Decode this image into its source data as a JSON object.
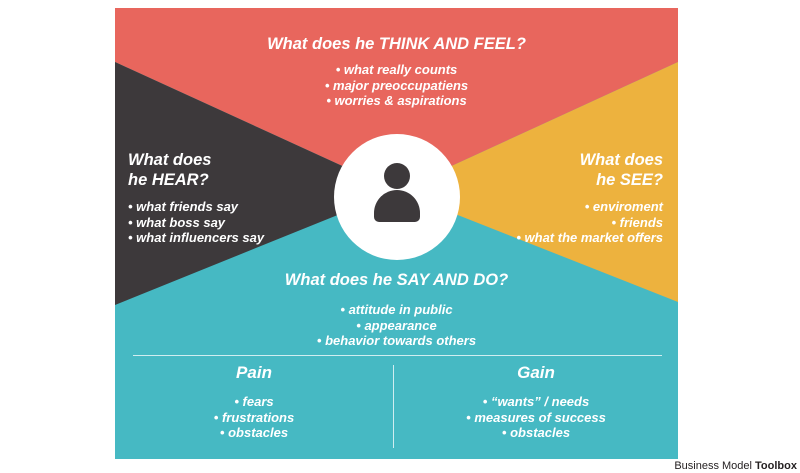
{
  "colors": {
    "red": "#e8665d",
    "dark": "#3d393b",
    "yellow": "#edb23e",
    "teal": "#46b9c3"
  },
  "map": {
    "think_feel": {
      "title": "What does he THINK AND FEEL?",
      "items": [
        "• what really counts",
        "• major preoccupatiens",
        "• worries & aspirations"
      ]
    },
    "hear": {
      "title_line1": "What does",
      "title_line2": "he HEAR?",
      "items": [
        "• what friends say",
        "• what boss say",
        "• what influencers say"
      ]
    },
    "see": {
      "title_line1": "What does",
      "title_line2": "he SEE?",
      "items": [
        "• enviroment",
        "• friends",
        "• what the market offers"
      ]
    },
    "say_do": {
      "title": "What does he SAY AND DO?",
      "items": [
        "• attitude in public",
        "• appearance",
        "• behavior towards others"
      ]
    },
    "pain": {
      "title": "Pain",
      "items": [
        "• fears",
        "• frustrations",
        "• obstacles"
      ]
    },
    "gain": {
      "title": "Gain",
      "items": [
        "• “wants” / needs",
        "• measures of success",
        "• obstacles"
      ]
    }
  },
  "footer": {
    "brand_regular": "Business Model ",
    "brand_bold": "Toolbox"
  }
}
